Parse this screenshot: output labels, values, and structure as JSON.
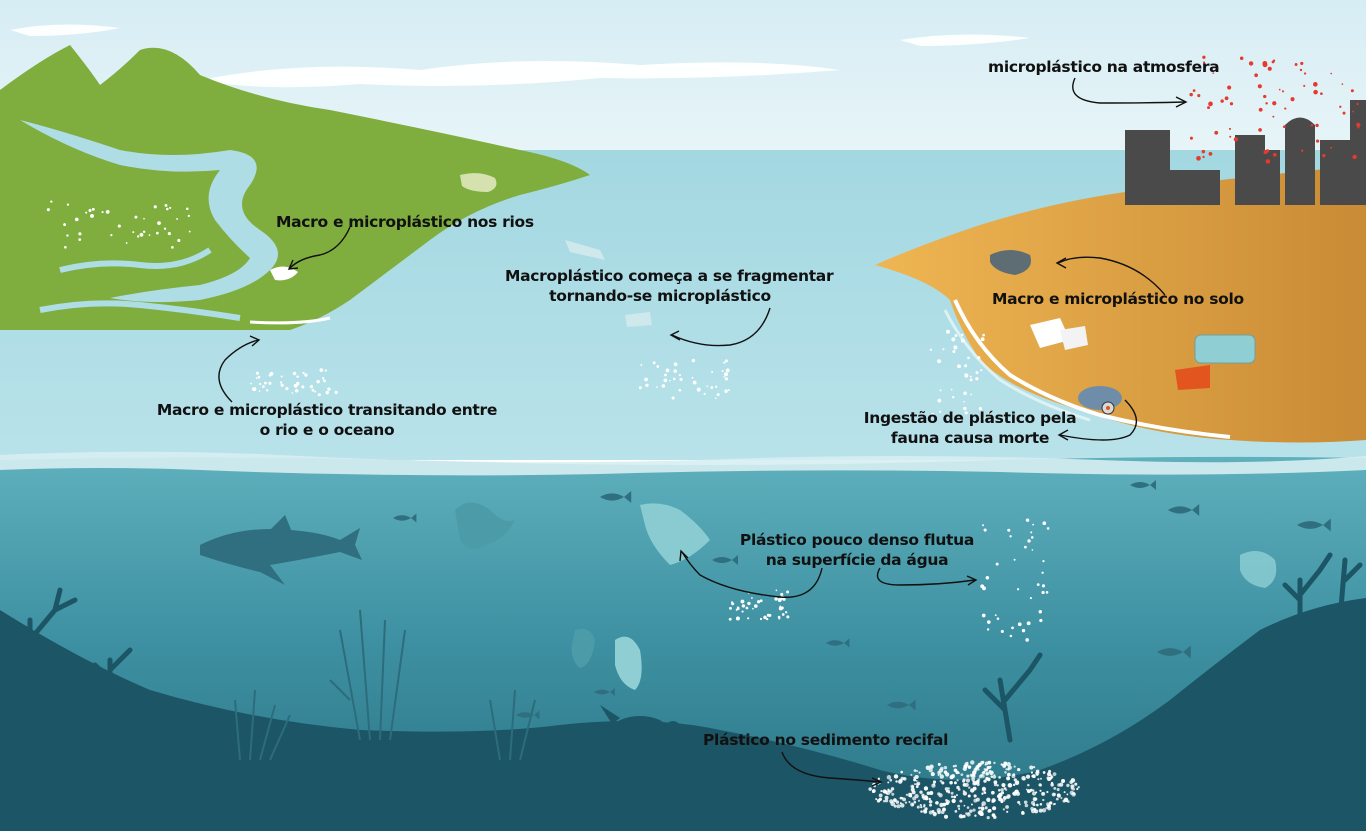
{
  "labels": {
    "atmosphere": "microplástico na atmosfera",
    "rivers": "Macro e microplástico nos rios",
    "fragment_line1": "Macroplástico começa a se fragmentar",
    "fragment_line2": "tornando-se microplástico",
    "soil": "Macro e microplástico no solo",
    "transit_line1": "Macro e microplástico transitando entre",
    "transit_line2": "o rio e o oceano",
    "ingestion_line1": "Ingestão de plástico pela",
    "ingestion_line2": "fauna causa morte",
    "floating_line1": "Plástico pouco denso flutua",
    "floating_line2": "na superfície da água",
    "sediment": "Plástico no sedimento recifal"
  },
  "colors": {
    "sky": "#dbeef4",
    "sea_surface": "#a8dbe3",
    "land_green": "#7fae3f",
    "river": "#a8dbe3",
    "sand": "#e2a84a",
    "sand_dark": "#c98b35",
    "buildings": "#4a4a4a",
    "deep_water": "#3d8fa0",
    "shallow_water": "#6fb9c4",
    "seafloor": "#1c5566",
    "silhouettes": "#2f6f80",
    "plastic_light": "#8fcfd4",
    "microplastic_red": "#e53a2f",
    "debris_orange": "#e3551f"
  },
  "icons": [
    "dolphin-icon",
    "turtle-icon",
    "fish-icon",
    "plastic-bag-icon",
    "plastic-bottle-icon",
    "coral-icon",
    "city-icon",
    "dead-bird-icon"
  ]
}
